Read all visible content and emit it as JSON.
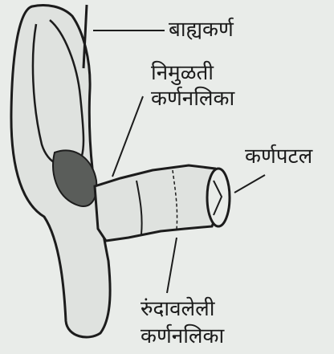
{
  "diagram": {
    "labels": {
      "outer_ear": "बाह्यकर्ण",
      "narrow_canal_1": "निमुळती",
      "narrow_canal_2": "कर्णनलिका",
      "eardrum": "कर्णपटल",
      "wide_canal_1": "रुंदावलेली",
      "wide_canal_2": "कर्णनलिका"
    },
    "colors": {
      "background": "#e9ece9",
      "ink": "#1c1c1c",
      "fill": "#dfe2df"
    }
  }
}
